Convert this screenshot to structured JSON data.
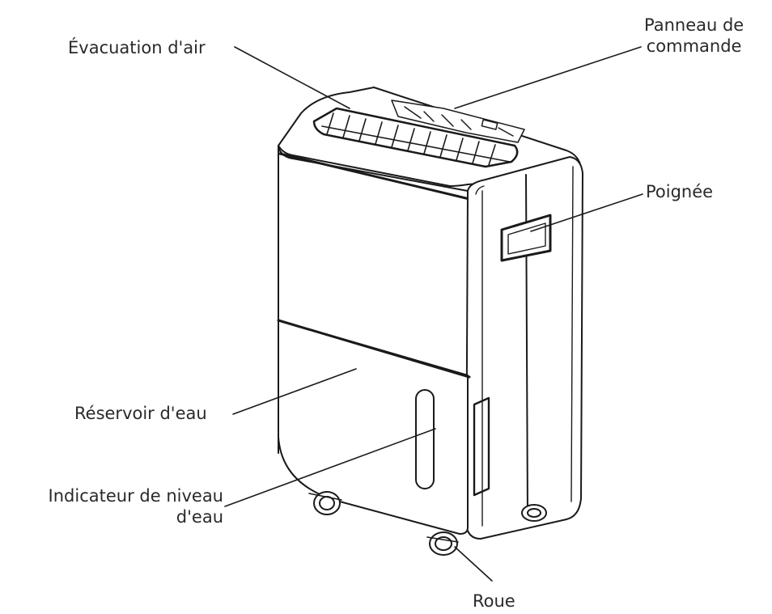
{
  "labels": {
    "air_outlet": "Évacuation d'air",
    "control_panel": [
      "Panneau de",
      "commande"
    ],
    "handle": "Poignée",
    "water_tank": "Réservoir d'eau",
    "water_level_indicator": [
      "Indicateur de niveau",
      "d'eau"
    ],
    "wheel": "Roue"
  }
}
